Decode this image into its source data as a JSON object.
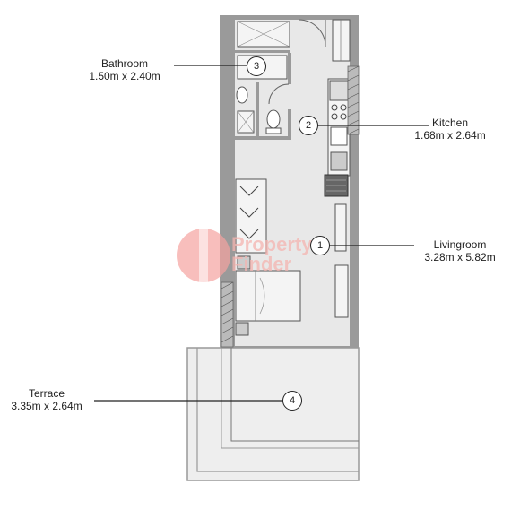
{
  "rooms": [
    {
      "id": "1",
      "name": "Livingroom",
      "size": "3.28m x 5.82m"
    },
    {
      "id": "2",
      "name": "Kitchen",
      "size": "1.68m x 2.64m"
    },
    {
      "id": "3",
      "name": "Bathroom",
      "size": "1.50m x 2.40m"
    },
    {
      "id": "4",
      "name": "Terrace",
      "size": "3.35m x 2.64m"
    }
  ],
  "watermark": {
    "line1": "Property",
    "line2": "Finder",
    "color": "#f5a3a0"
  },
  "colors": {
    "wall": "#9a9a9a",
    "floor": "#e8e8e8",
    "terrace": "#eeeeee",
    "line": "#333333",
    "fixture": "#555555"
  }
}
